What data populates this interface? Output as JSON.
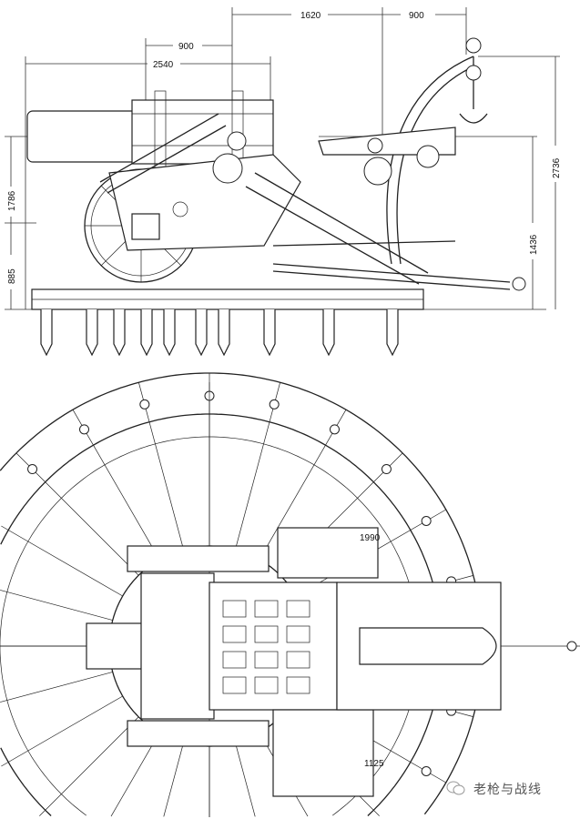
{
  "dimensions": {
    "side_view": {
      "top_span_1": "1620",
      "top_span_2": "900",
      "barrel_span": "900",
      "overall_length": "2540",
      "height_left": "1786",
      "axle_height": "885",
      "crane_height": "1436",
      "total_height": "2736"
    },
    "plan_view": {
      "platform_width": "1990",
      "lower_width": "1125"
    }
  },
  "watermark": {
    "text": "老枪与战线",
    "icon": "wechat-icon"
  }
}
